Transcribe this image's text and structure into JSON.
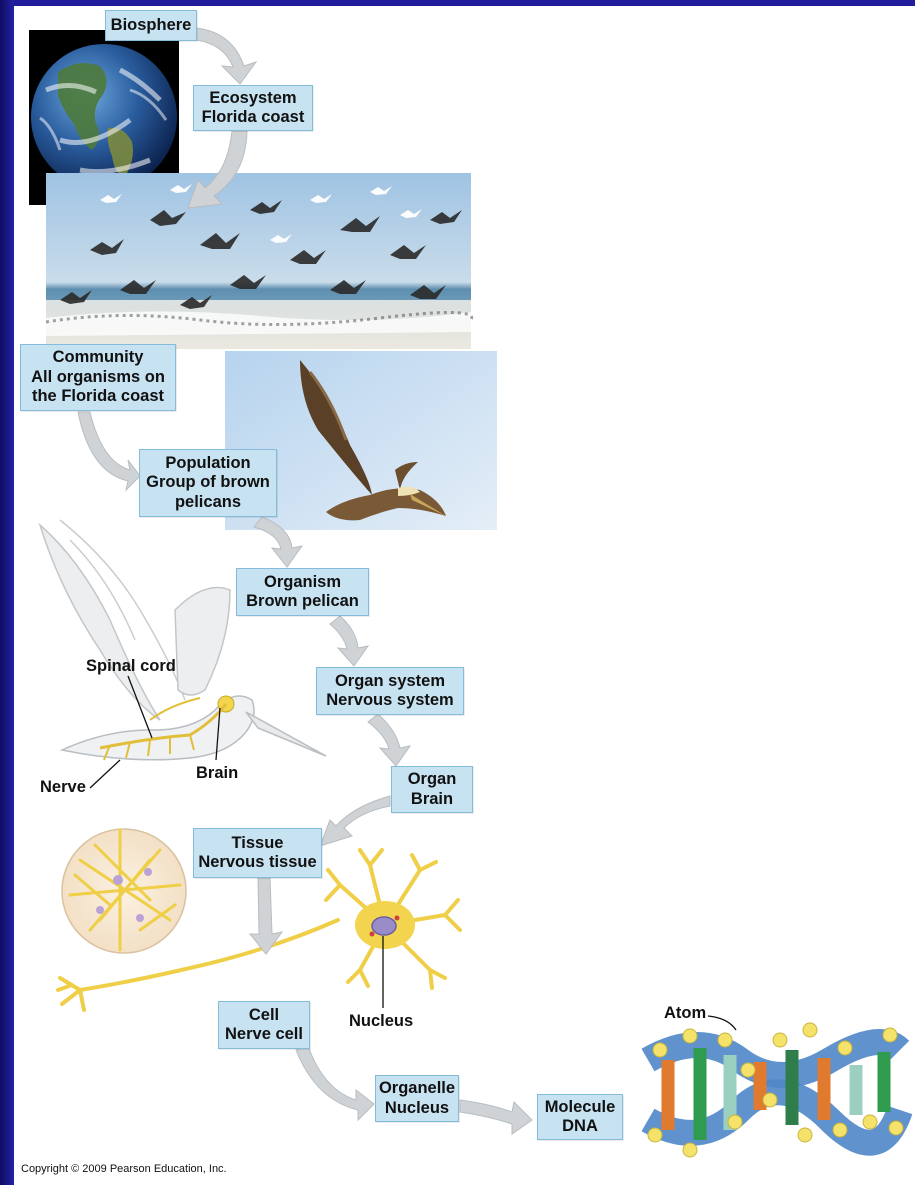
{
  "levels": {
    "biosphere": {
      "line1": "Biosphere"
    },
    "ecosystem": {
      "line1": "Ecosystem",
      "line2": "Florida coast"
    },
    "community": {
      "line1": "Community",
      "line2": "All organisms on",
      "line3": "the Florida coast"
    },
    "population": {
      "line1": "Population",
      "line2": "Group of brown",
      "line3": "pelicans"
    },
    "organism": {
      "line1": "Organism",
      "line2": "Brown pelican"
    },
    "organ_system": {
      "line1": "Organ system",
      "line2": "Nervous system"
    },
    "organ": {
      "line1": "Organ",
      "line2": "Brain"
    },
    "tissue": {
      "line1": "Tissue",
      "line2": "Nervous tissue"
    },
    "cell": {
      "line1": "Cell",
      "line2": "Nerve cell"
    },
    "organelle": {
      "line1": "Organelle",
      "line2": "Nucleus"
    },
    "molecule": {
      "line1": "Molecule",
      "line2": "DNA"
    }
  },
  "callouts": {
    "spinal_cord": "Spinal cord",
    "brain": "Brain",
    "nerve": "Nerve",
    "nucleus": "Nucleus",
    "atom": "Atom"
  },
  "copyright": "Copyright © 2009 Pearson Education, Inc.",
  "colors": {
    "frame": "#17168a",
    "label_fill": "#c7e3f2",
    "label_border": "#84bcd9",
    "arrow": "#cfd3d6",
    "neuron": "#f2d44e"
  },
  "images": [
    "earth-globe",
    "flock-of-pelicans-photo",
    "flying-pelican-photo",
    "pelican-nervous-system-drawing",
    "nervous-tissue-circle",
    "nerve-cell-drawing",
    "dna-molecule-model"
  ]
}
